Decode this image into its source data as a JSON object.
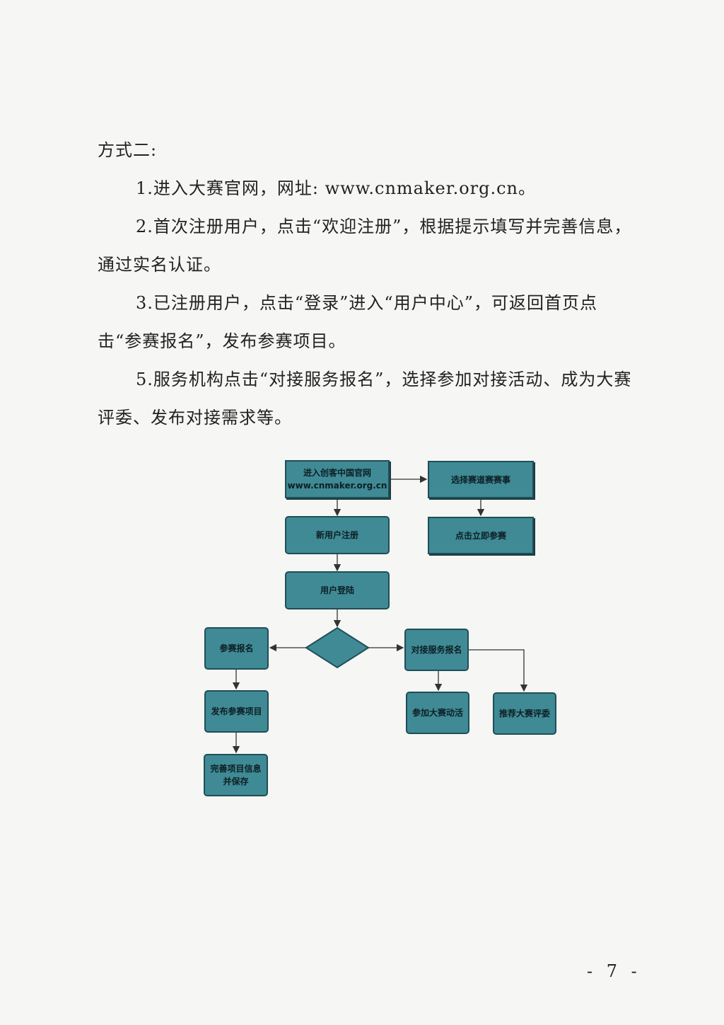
{
  "paragraphs": {
    "heading": "方式二:",
    "p1": "1.进入大赛官网，网址: www.cnmaker.org.cn。",
    "p2": "2.首次注册用户，点击“欢迎注册”，根据提示填写并完善信息，通过实名认证。",
    "p3": "3.已注册用户，点击“登录”进入“用户中心”，可返回首页点击“参赛报名”，发布参赛项目。",
    "p4": "5.服务机构点击“对接服务报名”，选择参加对接活动、成为大赛评委、发布对接需求等。"
  },
  "flowchart": {
    "enter_site_line1": "进入创客中国官网",
    "enter_site_line2": "www.cnmaker.org.cn",
    "choose_track": "选择赛道赛赛事",
    "click_join": "点击立即参赛",
    "new_user_register": "新用户注册",
    "user_login": "用户登陆",
    "join_signup": "参赛报名",
    "service_signup": "对接服务报名",
    "publish_project": "发布参赛项目",
    "join_activity": "参加大赛动活",
    "recommend_judge": "推荐大赛评委",
    "complete_info_line1": "完善项目信息",
    "complete_info_line2": "并保存",
    "colors": {
      "node_fill": "#3f8a95",
      "node_border": "#1f4f57",
      "connector": "#333333"
    }
  },
  "footer": {
    "page_number": "- 7 -"
  }
}
